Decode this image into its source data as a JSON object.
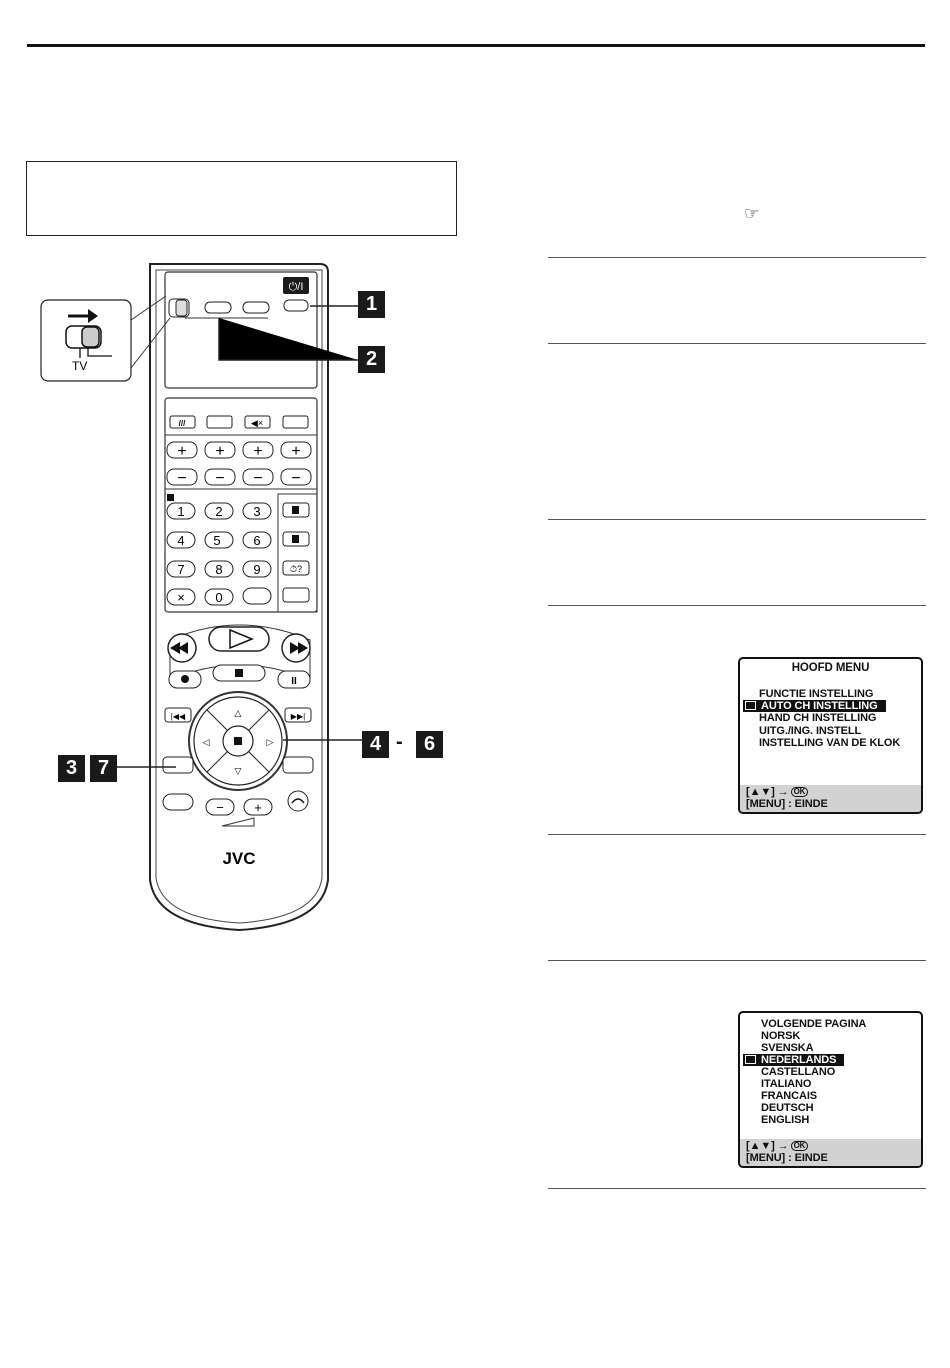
{
  "remote": {
    "brand": "JVC",
    "power_label": "⏻/I",
    "switch_label": "TV",
    "plus": "+",
    "minus": "−",
    "digits": [
      "1",
      "2",
      "3",
      "4",
      "5",
      "6",
      "7",
      "8",
      "9",
      "0"
    ],
    "digit5_label": "5",
    "cancel_label": "×",
    "clock_label": "⏱?",
    "callout_steps": {
      "s1": "1",
      "s2": "2",
      "s3": "3",
      "s4": "4",
      "s6": "6",
      "s7": "7"
    },
    "range_dash": "-"
  },
  "menus": {
    "main": {
      "title": "HOOFD MENU",
      "items": [
        "FUNCTIE INSTELLING",
        "AUTO CH INSTELLING",
        "HAND CH INSTELLING",
        "UITG./ING. INSTELL",
        "INSTELLING VAN DE KLOK"
      ],
      "footer_nav": "[▲▼] →",
      "footer_ok": "OK",
      "footer_exit": "[MENU] : EINDE"
    },
    "language": {
      "items": [
        "VOLGENDE PAGINA",
        "NORSK",
        "SVENSKA",
        "NEDERLANDS",
        "CASTELLANO",
        "ITALIANO",
        "FRANCAIS",
        "DEUTSCH",
        "ENGLISH"
      ],
      "footer_nav": "[▲▼] →",
      "footer_ok": "OK",
      "footer_exit": "[MENU] : EINDE"
    }
  },
  "reference_icon": "☞"
}
